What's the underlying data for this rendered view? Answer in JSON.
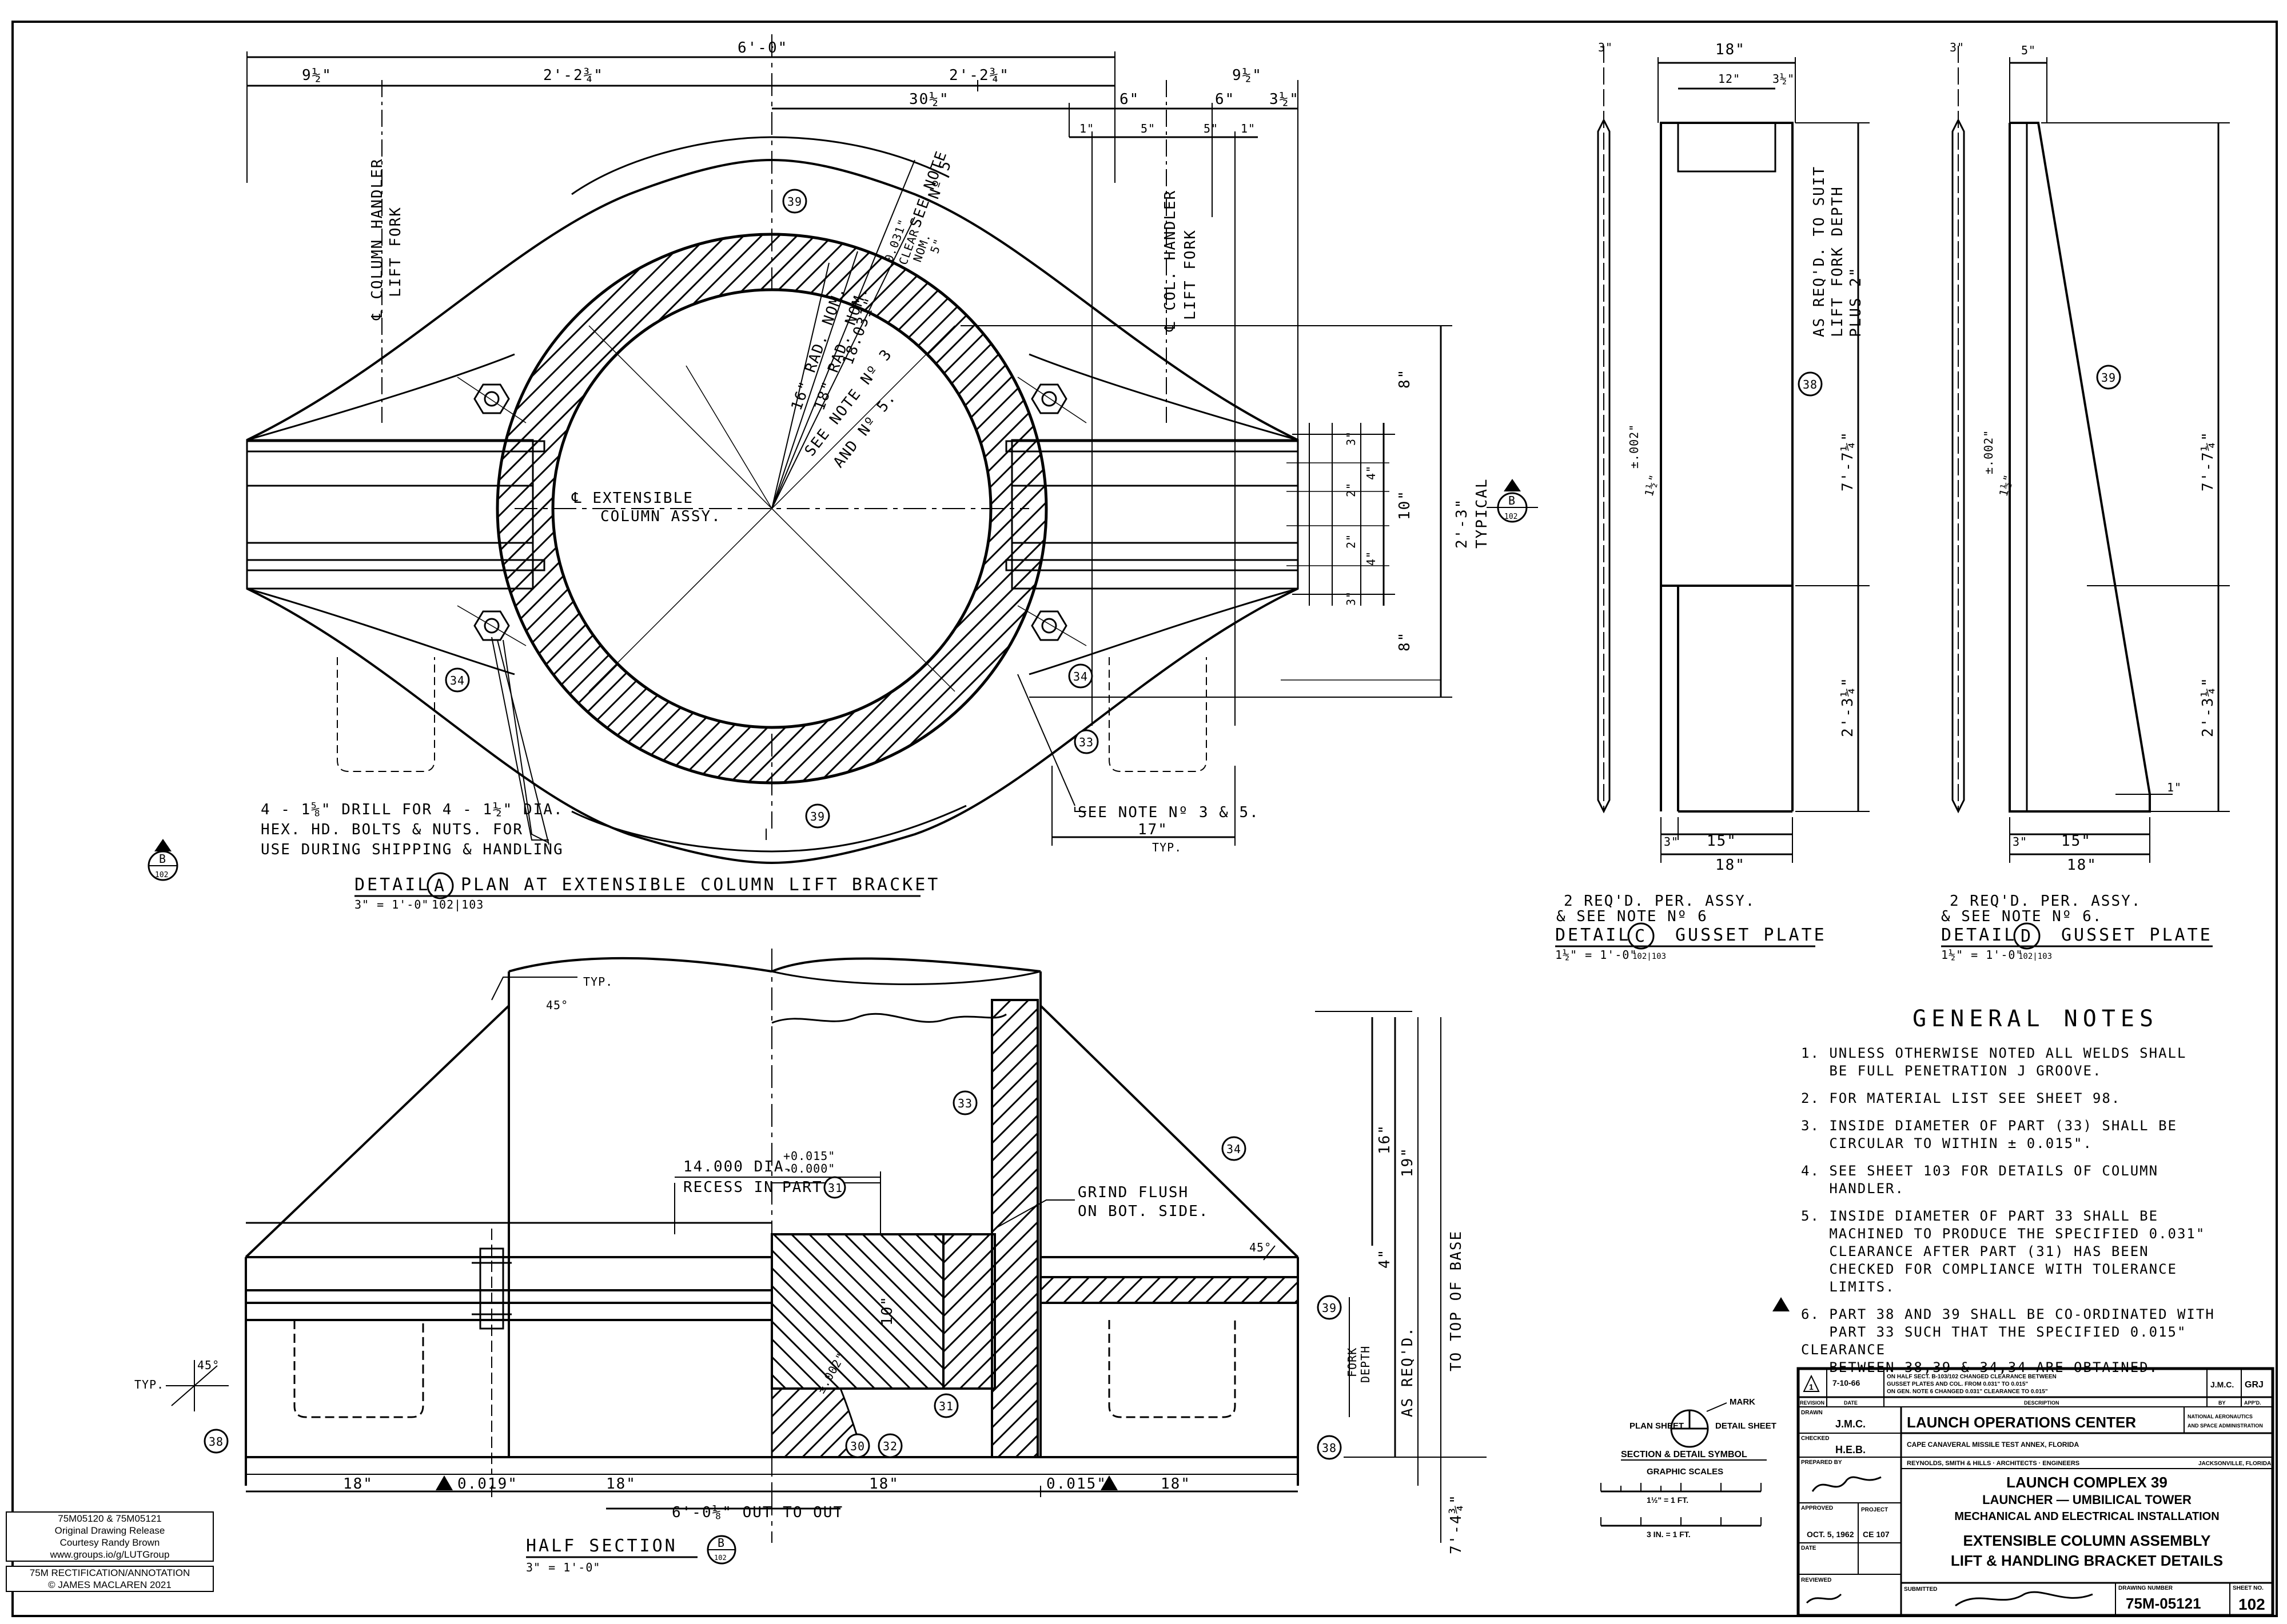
{
  "detail_a": {
    "title": "DETAIL",
    "letter": "A",
    "subtitle": "PLAN AT EXTENSIBLE COLUMN LIFT BRACKET",
    "scale": "3\" = 1'-0\"",
    "ref": "102|103",
    "dims": {
      "overall": "6'-0\"",
      "left_edge": "9½\"",
      "left_half": "2'-2¾\"",
      "right_half": "2'-2¾\"",
      "right_edge": "9½\"",
      "d30": "30½\"",
      "d6a": "6\"",
      "d6b": "6\"",
      "d3q": "3½\"",
      "d1a": "1\"",
      "d5a": "5\"",
      "d5b": "5\"",
      "d1b": "1\"",
      "d8a": "8\"",
      "d10": "10\"",
      "d8b": "8\"",
      "d4a": "4\"",
      "d4b": "4\"",
      "d2a": "2\"",
      "d2b": "2\"",
      "d3a": "3\"",
      "d3b": "3\"",
      "d17": "17\"",
      "typ": "TYP.",
      "overall_v": "2'-3\"",
      "typical": "TYPICAL"
    },
    "labels": {
      "col_handler_left": "℄ COLUMN HANDLER",
      "lift_fork_left": "LIFT FORK",
      "col_handler_right": "℄ COL. HANDLER",
      "lift_fork_right": "LIFT FORK",
      "see_note_5": "SEE NOTE",
      "see_note_5b": "Nº 5",
      "clear_1": "0.031\"",
      "clear_2": "CLEAR",
      "clear_3": "NOM.",
      "clear_4": "5\"",
      "rad16": "16\" RAD. NOM.",
      "rad18": "18\" RAD. NOM.",
      "d18": "18.031\"",
      "see_note_3": "SEE NOTE Nº 3",
      "and_5": "AND Nº 5.",
      "ext_col_1": "℄ EXTENSIBLE",
      "ext_col_2": "COLUMN ASSY.",
      "drill_1": "4 - 1⅝\" DRILL FOR 4 - 1½\" DIA.",
      "drill_2": "HEX. HD. BOLTS & NUTS. FOR",
      "drill_3": "USE DURING SHIPPING & HANDLING",
      "see_note_35": "SEE NOTE Nº 3 & 5.",
      "part_39_top": "39",
      "part_39_bot": "39",
      "part_34_left": "34",
      "part_34_right": "34",
      "part_33": "33"
    }
  },
  "section_b": {
    "title": "HALF SECTION",
    "letter": "B",
    "ref": "102",
    "scale": "3\" = 1'-0\"",
    "labels": {
      "typ_top": "TYP.",
      "deg45_top": "45°",
      "recess_1": "14.000 DIA.",
      "recess_2": "RECESS IN",
      "part": "PART",
      "part_31": "31",
      "tol_plus": "+0.015\"",
      "tol_minus": "-0.000\"",
      "grind_1": "GRIND FLUSH",
      "grind_2": "ON BOT. SIDE.",
      "dim_10": "10\"",
      "dim_002": "±.002\"",
      "deg45_right": "45°",
      "fork_1": "FORK",
      "fork_2": "DEPTH",
      "reqd": "AS REQ'D.",
      "top_of_base": "TO TOP OF BASE",
      "deg45_left": "45°",
      "typ_left": "TYP.",
      "d16": "16\"",
      "d19": "19\"",
      "d4": "4\"",
      "d18a": "18\"",
      "d18b": "18\"",
      "d18c": "18\"",
      "d18d": "18\"",
      "clr1": "0.019\"",
      "clr2": "0.015\"",
      "out_to_out": "6'-0⅛\" OUT TO OUT",
      "d744": "7'-4¾\"",
      "p33": "33",
      "p34": "34",
      "p38_left": "38",
      "p38_right": "38",
      "p30": "30",
      "p31": "31",
      "p32": "32",
      "p39": "39"
    }
  },
  "detail_c": {
    "title": "DETAIL",
    "letter": "C",
    "subtitle": "GUSSET PLATE",
    "scale": "1½\" = 1'-0\"",
    "ref": "102|103",
    "req1": "2 REQ'D. PER. ASSY.",
    "req2": "& SEE NOTE Nº 6",
    "part": "38",
    "dims": {
      "d3": "3\"",
      "d18top": "18\"",
      "d12": "12\"",
      "d3q": "3½\"",
      "note1": "AS REQ'D. TO SUIT",
      "note2": "LIFT FORK DEPTH",
      "note3": "PLUS 2\"",
      "tol": "±.002\"",
      "d112": "1½\"",
      "d7": "7'-7¼\"",
      "d2": "2'-3¼\"",
      "d3b": "3\"",
      "d15": "15\"",
      "d18bot": "18\""
    }
  },
  "detail_d": {
    "title": "DETAIL",
    "letter": "D",
    "subtitle": "GUSSET PLATE",
    "scale": "1½\" = 1'-0\"",
    "ref": "102|103",
    "req1": "2 REQ'D. PER. ASSY.",
    "req2": "& SEE NOTE Nº 6.",
    "part": "39",
    "dims": {
      "d3": "3\"",
      "d5": "5\"",
      "tol": "±.002\"",
      "d112": "1½\"",
      "d7": "7'-7¼\"",
      "d2": "2'-3¼\"",
      "d1": "1\"",
      "d3b": "3\"",
      "d15": "15\"",
      "d18": "18\""
    }
  },
  "section_markers": [
    {
      "letter": "B",
      "ref": "102"
    },
    {
      "letter": "B",
      "ref": "102"
    }
  ],
  "general_notes": {
    "heading": "GENERAL NOTES",
    "items": [
      "1. UNLESS OTHERWISE NOTED ALL WELDS SHALL\n   BE FULL PENETRATION J GROOVE.",
      "2. FOR MATERIAL LIST SEE SHEET 98.",
      "3. INSIDE DIAMETER OF PART (33) SHALL BE\n   CIRCULAR TO WITHIN ± 0.015\".",
      "4. SEE SHEET 103 FOR DETAILS OF COLUMN\n   HANDLER.",
      "5. INSIDE DIAMETER OF PART 33 SHALL BE\n   MACHINED TO PRODUCE THE SPECIFIED 0.031\"\n   CLEARANCE AFTER PART (31) HAS BEEN\n   CHECKED FOR COMPLIANCE WITH TOLERANCE\n   LIMITS.",
      "6. PART 38 AND 39 SHALL BE CO-ORDINATED WITH\n   PART 33 SUCH THAT THE SPECIFIED 0.015\" CLEARANCE\n   BETWEEN 38,39 & 34,34 ARE OBTAINED."
    ]
  },
  "symbol_legend": {
    "plan_sheet": "PLAN SHEET",
    "mark": "MARK",
    "detail_sheet": "DETAIL SHEET",
    "section_symbol": "SECTION & DETAIL SYMBOL",
    "graphic_scales": "GRAPHIC SCALES",
    "scale1": "1½\" = 1 FT.",
    "scale2": "3 IN. = 1 FT."
  },
  "title_block": {
    "rev_mark": "1",
    "rev_date": "7-10-66",
    "rev_desc_1": "ON HALF SECT. B-103/102 CHANGED CLEARANCE BETWEEN",
    "rev_desc_2": "GUSSET PLATES AND COL. FROM 0.031\" TO 0.015\"",
    "rev_desc_3": "ON GEN. NOTE 6 CHANGED 0.031\" CLEARANCE TO 0.015\"",
    "rev_by": "J.M.C.",
    "rev_appd": "GRJ",
    "col_revision": "REVISION",
    "col_date": "DATE",
    "col_description": "DESCRIPTION",
    "col_by": "BY",
    "col_appd": "APP'D.",
    "drawn_label": "DRAWN",
    "drawn_by": "J.M.C.",
    "checked_label": "CHECKED",
    "checked_by": "H.E.B.",
    "prepared_label": "PREPARED BY",
    "approved_label": "APPROVED",
    "date_label": "DATE",
    "date_value": "OCT. 5, 1962",
    "project": "PROJECT",
    "project_no": "CE 107",
    "center": "LAUNCH OPERATIONS CENTER",
    "nasa_1": "NATIONAL AERONAUTICS",
    "nasa_2": "AND SPACE ADMINISTRATION",
    "location": "CAPE CANAVERAL MISSILE TEST ANNEX, FLORIDA",
    "firm": "REYNOLDS, SMITH & HILLS · ARCHITECTS · ENGINEERS",
    "firm_city": "JACKSONVILLE, FLORIDA",
    "line1": "LAUNCH COMPLEX 39",
    "line2": "LAUNCHER — UMBILICAL TOWER",
    "line3": "MECHANICAL AND ELECTRICAL INSTALLATION",
    "line4": "EXTENSIBLE COLUMN ASSEMBLY",
    "line5": "LIFT & HANDLING BRACKET DETAILS",
    "drawing_number_label": "DRAWING NUMBER",
    "drawing_number": "75M-05121",
    "sheet_label": "SHEET NO.",
    "sheet_no": "102",
    "reviewed_label": "REVIEWED",
    "submitted_label": "SUBMITTED"
  },
  "credit_top": {
    "line1": "75M05120 & 75M05121",
    "line2": "Original Drawing Release",
    "line3": "Courtesy Randy Brown",
    "line4": "www.groups.io/g/LUTGroup"
  },
  "credit_bottom": {
    "line1": "75M RECTIFICATION/ANNOTATION",
    "line2": "© JAMES MACLAREN 2021"
  }
}
